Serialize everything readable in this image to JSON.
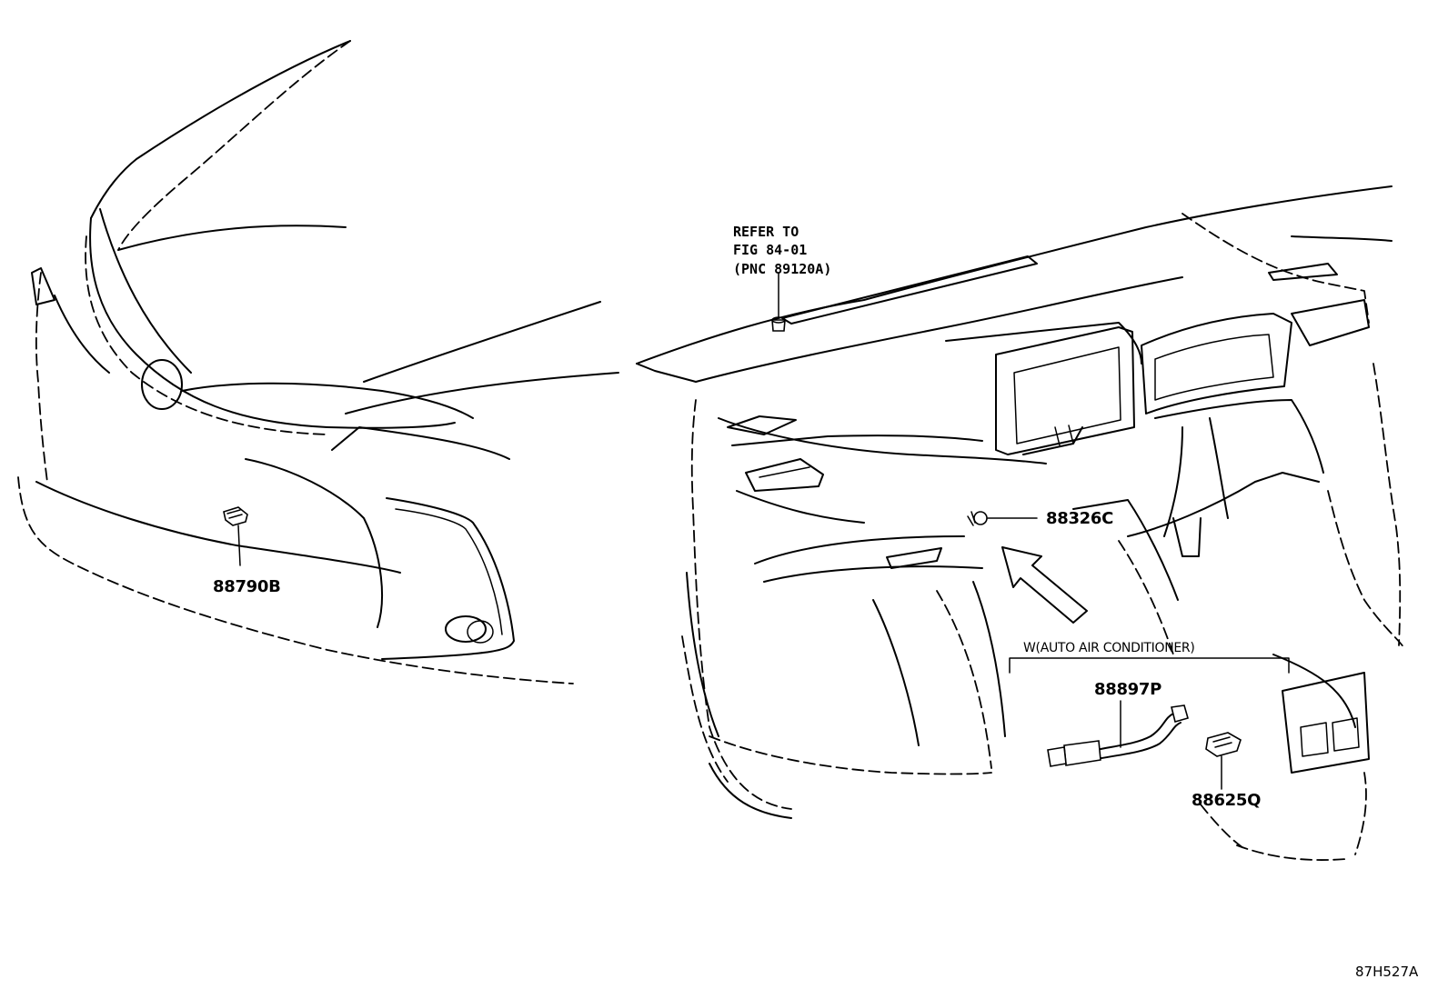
{
  "callouts": {
    "p88790B": "88790B",
    "p88326C": "88326C",
    "p88897P": "88897P",
    "p88625Q": "88625Q"
  },
  "reference_note": {
    "line1": "REFER TO",
    "line2": "FIG 84-01",
    "line3": "(PNC 89120A)"
  },
  "condition_label": "W(AUTO AIR CONDITIONER)",
  "figure_code": "87H527A"
}
